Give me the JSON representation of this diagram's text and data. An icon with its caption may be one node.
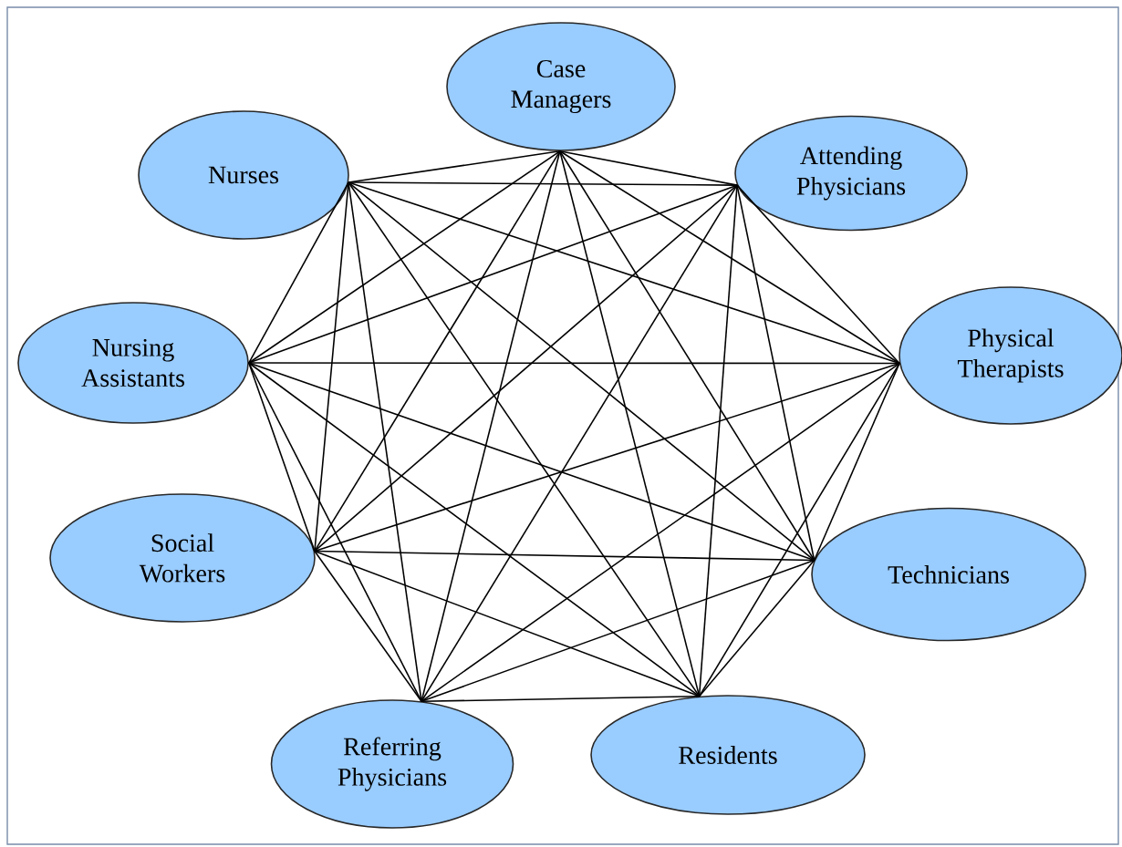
{
  "diagram": {
    "nodes": [
      {
        "text": [
          "Case Managers"
        ]
      },
      {
        "text": [
          "Nurses"
        ]
      },
      {
        "text": [
          "Attending Physicians"
        ]
      },
      {
        "text": [
          "Nursing Assistants"
        ]
      },
      {
        "text": [
          "Physical Therapists"
        ]
      },
      {
        "text": [
          "Social Workers"
        ]
      },
      {
        "text": [
          "Technicians"
        ]
      },
      {
        "text": [
          "Referring Physicians"
        ]
      },
      {
        "text": [
          "Residents"
        ]
      }
    ],
    "edges": [
      {
        "from": 0,
        "to": 1,
        "arrow": "none"
      },
      {
        "from": 0,
        "to": 2,
        "arrow": "none"
      },
      {
        "from": 0,
        "to": 3,
        "arrow": "none"
      },
      {
        "from": 0,
        "to": 4,
        "arrow": "none"
      },
      {
        "from": 0,
        "to": 5,
        "arrow": "none"
      },
      {
        "from": 0,
        "to": 6,
        "arrow": "none"
      },
      {
        "from": 0,
        "to": 7,
        "arrow": "none"
      },
      {
        "from": 0,
        "to": 8,
        "arrow": "none"
      },
      {
        "from": 1,
        "to": 2,
        "arrow": "none"
      },
      {
        "from": 1,
        "to": 3,
        "arrow": "none"
      },
      {
        "from": 1,
        "to": 4,
        "arrow": "none"
      },
      {
        "from": 1,
        "to": 5,
        "arrow": "none"
      },
      {
        "from": 1,
        "to": 6,
        "arrow": "none"
      },
      {
        "from": 1,
        "to": 7,
        "arrow": "none"
      },
      {
        "from": 1,
        "to": 8,
        "arrow": "none"
      },
      {
        "from": 2,
        "to": 3,
        "arrow": "none"
      },
      {
        "from": 2,
        "to": 4,
        "arrow": "none"
      },
      {
        "from": 2,
        "to": 5,
        "arrow": "none"
      },
      {
        "from": 2,
        "to": 6,
        "arrow": "none"
      },
      {
        "from": 2,
        "to": 7,
        "arrow": "none"
      },
      {
        "from": 2,
        "to": 8,
        "arrow": "none"
      },
      {
        "from": 3,
        "to": 4,
        "arrow": "none"
      },
      {
        "from": 3,
        "to": 5,
        "arrow": "none"
      },
      {
        "from": 3,
        "to": 6,
        "arrow": "none"
      },
      {
        "from": 3,
        "to": 7,
        "arrow": "none"
      },
      {
        "from": 3,
        "to": 8,
        "arrow": "none"
      },
      {
        "from": 4,
        "to": 5,
        "arrow": "none"
      },
      {
        "from": 4,
        "to": 6,
        "arrow": "none"
      },
      {
        "from": 4,
        "to": 7,
        "arrow": "none"
      },
      {
        "from": 4,
        "to": 8,
        "arrow": "none"
      },
      {
        "from": 5,
        "to": 6,
        "arrow": "none"
      },
      {
        "from": 5,
        "to": 7,
        "arrow": "none"
      },
      {
        "from": 5,
        "to": 8,
        "arrow": "none"
      },
      {
        "from": 6,
        "to": 7,
        "arrow": "none"
      },
      {
        "from": 6,
        "to": 8,
        "arrow": "none"
      },
      {
        "from": 7,
        "to": 8,
        "arrow": "none"
      }
    ]
  }
}
